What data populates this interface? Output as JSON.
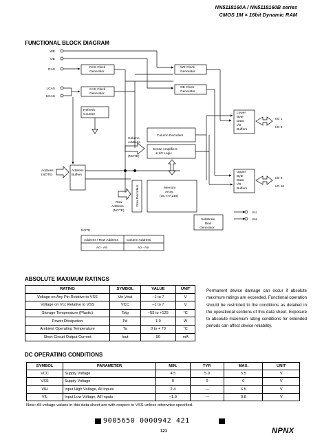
{
  "header": {
    "part_number": "NN5118160A / NN5118160B series",
    "product": "CMOS 1M × 16bit Dynamic RAM"
  },
  "block_diagram": {
    "title": "FUNCTIONAL BLOCK DIAGRAM",
    "pins": [
      "WE",
      "OE",
      "RAS",
      "LCAS",
      "UCAS",
      "Address",
      "(NOTE)",
      "I/O 1",
      "I/O 8",
      "I/O 9",
      "I/O 16",
      "Vcc",
      "Vss"
    ],
    "blocks": {
      "ras_clock": [
        "RAS Clock",
        "Generator"
      ],
      "cas_clock": [
        "CAS Clock",
        "Generator"
      ],
      "refresh": [
        "Refresh",
        "Counter"
      ],
      "we_clock": [
        "WE Clock",
        "Generator"
      ],
      "oe_clock": [
        "OE Clock",
        "Generator"
      ],
      "lower_buffers": [
        "Lower",
        "Byte",
        "Data",
        "I/O",
        "Buffers"
      ],
      "upper_buffers": [
        "Upper",
        "Byte",
        "Data",
        "I/O",
        "Buffers"
      ],
      "column_address": [
        "Column",
        "Address",
        "(NOTE)"
      ],
      "column_decoders": "Column Decoders",
      "sense_amps": [
        "Sense Amplifiers",
        "& I/O Logic"
      ],
      "address_buffers": [
        "Address",
        "Buffers"
      ],
      "row_decoders": "Row Decoders",
      "memory_array": [
        "Memory",
        "Array",
        "(16,777,216)"
      ],
      "row_address": [
        "Row",
        "Address",
        "(NOTE)"
      ],
      "substrate": [
        "Substrate",
        "Bias",
        "Generator"
      ]
    },
    "note_label": "NOTE",
    "note_table": {
      "headers": [
        "Address / Row Address",
        "Column Address"
      ],
      "row": [
        "A0 - A9",
        "A0 - A9"
      ]
    }
  },
  "abs_max": {
    "title": "ABSOLUTE MAXIMUM RATINGS",
    "headers": [
      "RATING",
      "SYMBOL",
      "VALUE",
      "UNIT"
    ],
    "rows": [
      [
        "Voltage on Any Pin Relative to VSS",
        "Vin,Vout",
        "–1 to 7",
        "V"
      ],
      [
        "Voltage on Vcc Relative to VSS",
        "VCC",
        "–1 to 7",
        "V"
      ],
      [
        "Storage Temperature (Plastic)",
        "Tstg",
        "–55 to +125",
        "°C"
      ],
      [
        "Power Dissipation",
        "Pd",
        "1.0",
        "W"
      ],
      [
        "Ambient Operating Temperature",
        "Ta",
        "0 to + 70",
        "°C"
      ],
      [
        "Short Circuit Output Current",
        "Iout",
        "50",
        "mA"
      ]
    ],
    "paragraph": "Permanent device damage can occur if absolute maximum ratings are exceeded. Functional operation should be restricted to the conditions as detailed in the operational sections of this data sheet. Exposure to absolute maximum rating conditions for extended periods can affect device reliability."
  },
  "dc": {
    "title": "DC OPERATING CONDITIONS",
    "headers": [
      "SYMBOL",
      "PARAMETER",
      "MIN.",
      "TYP.",
      "MAX.",
      "UNIT"
    ],
    "rows": [
      [
        "VCC",
        "Supply Voltage",
        "4.5",
        "5.0",
        "5.5",
        "V"
      ],
      [
        "VSS",
        "Supply Voltage",
        "0",
        "0",
        "0",
        "V"
      ],
      [
        "VIH",
        "Input High Voltage, All Inputs",
        "2.4",
        "—",
        "6.5",
        "V"
      ],
      [
        "VIL",
        "Input Low Voltage, All Inputs",
        "–1.0",
        "—",
        "0.8",
        "V"
      ]
    ],
    "note": "Note:  All voltage values in this data sheet are with respect to VSS unless otherwise specified."
  },
  "footer": {
    "barcode": "9005650 0000942 421",
    "page": "121",
    "logo": "NPNX"
  }
}
